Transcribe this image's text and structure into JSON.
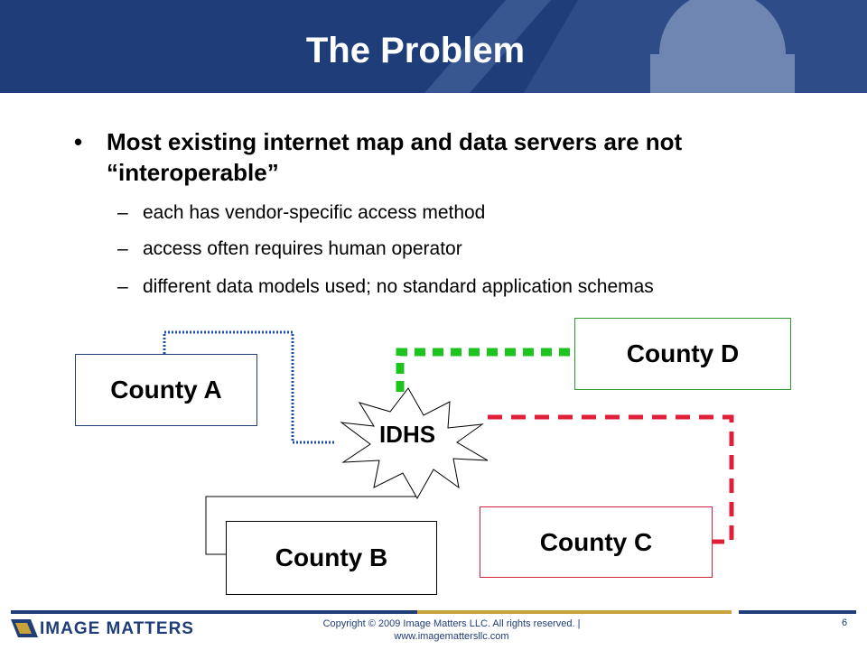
{
  "slide": {
    "title": "The Problem",
    "bullet": "Most existing internet map and data servers are not “interoperable”",
    "bullet_marker": "•",
    "sub_marker": "–",
    "subbullets": [
      "each has vendor-specific access method",
      "access often requires human operator",
      "different data models used; no standard application schemas"
    ]
  },
  "diagram": {
    "hub": "IDHS",
    "counties": {
      "a": "County A",
      "b": "County B",
      "c": "County C",
      "d": "County D"
    }
  },
  "footer": {
    "copyright": "Copyright © 2009 Image Matters LLC. All rights reserved. |",
    "website": "www.imagemattersllc.com",
    "page_number": "6",
    "logo_text": "IMAGE MATTERS"
  },
  "colors": {
    "header": "#1f3d78",
    "county_a_border": "#1f3d78",
    "county_b_border": "#000000",
    "county_c_border": "#d6243e",
    "county_d_border": "#2e9a2e",
    "link_a": "#1f4fa8",
    "link_c": "#e0203a",
    "link_d": "#1ec41e",
    "footer_rule_gold": "#c8a23a"
  }
}
